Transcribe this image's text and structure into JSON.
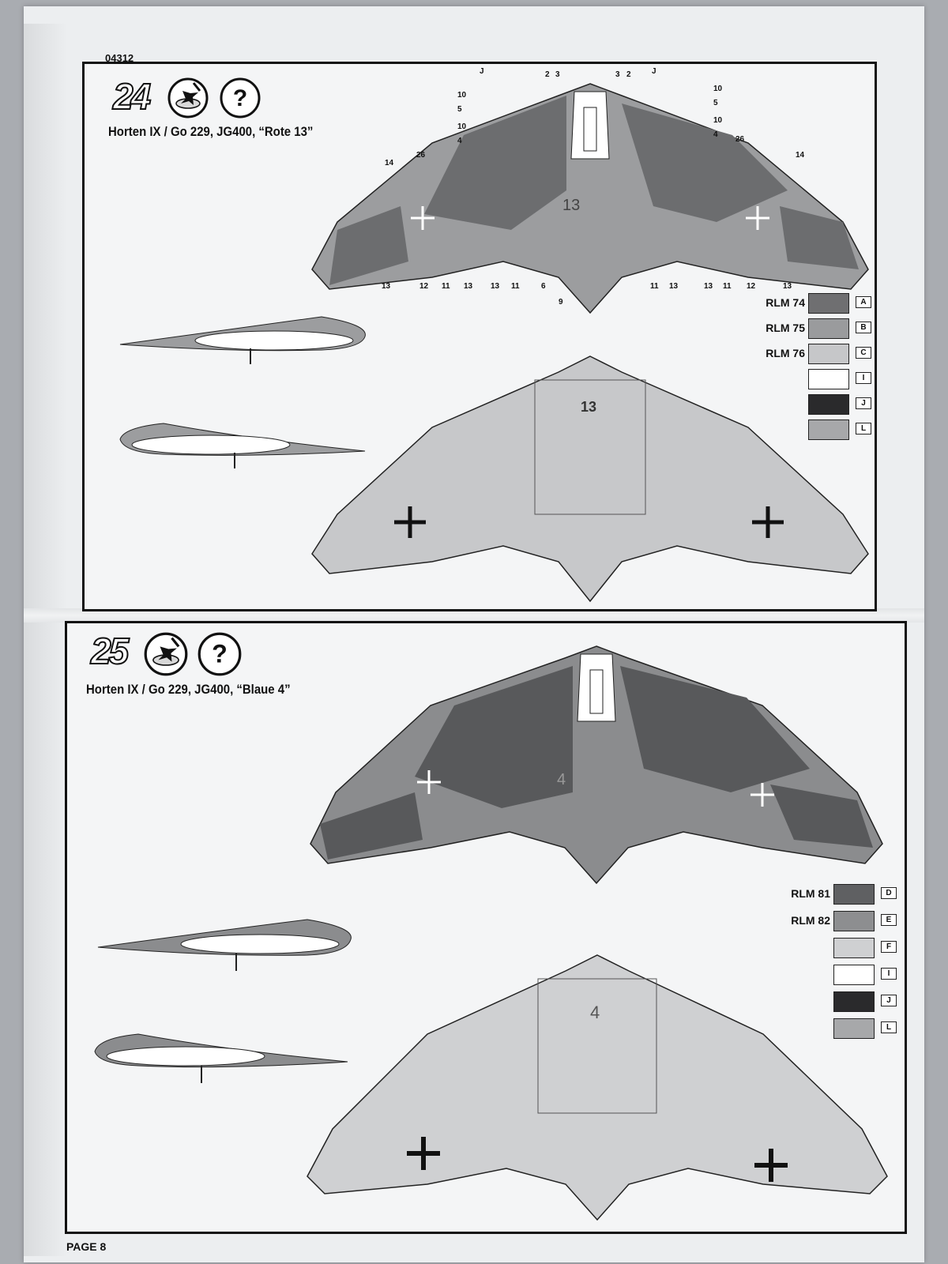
{
  "header": {
    "code": "04312"
  },
  "footer": {
    "page": "PAGE 8"
  },
  "steps": [
    {
      "number": "24",
      "title": "Horten IX / Go 229, JG400, “Rote 13”",
      "aircraft_number": "13",
      "legend": [
        {
          "label": "RLM 74",
          "color": "#6f6f71",
          "code": "A"
        },
        {
          "label": "RLM 75",
          "color": "#9a9b9d",
          "code": "B"
        },
        {
          "label": "RLM 76",
          "color": "#c6c7c9",
          "code": "C"
        },
        {
          "label": "",
          "color": "#ffffff",
          "code": "I"
        },
        {
          "label": "",
          "color": "#2a2a2c",
          "code": "J"
        },
        {
          "label": "",
          "color": "#a7a8aa",
          "code": "L"
        }
      ]
    },
    {
      "number": "25",
      "title": "Horten IX / Go 229, JG400, “Blaue 4”",
      "aircraft_number": "4",
      "legend": [
        {
          "label": "RLM 81",
          "color": "#5f6062",
          "code": "D"
        },
        {
          "label": "RLM 82",
          "color": "#8d8e90",
          "code": "E"
        },
        {
          "label": "",
          "color": "#cfd0d2",
          "code": "F"
        },
        {
          "label": "",
          "color": "#ffffff",
          "code": "I"
        },
        {
          "label": "",
          "color": "#2a2a2c",
          "code": "J"
        },
        {
          "label": "",
          "color": "#a7a8aa",
          "code": "L"
        }
      ]
    }
  ],
  "icons": {
    "paint": "paint-brush-icon",
    "question": "question-mark-icon"
  }
}
